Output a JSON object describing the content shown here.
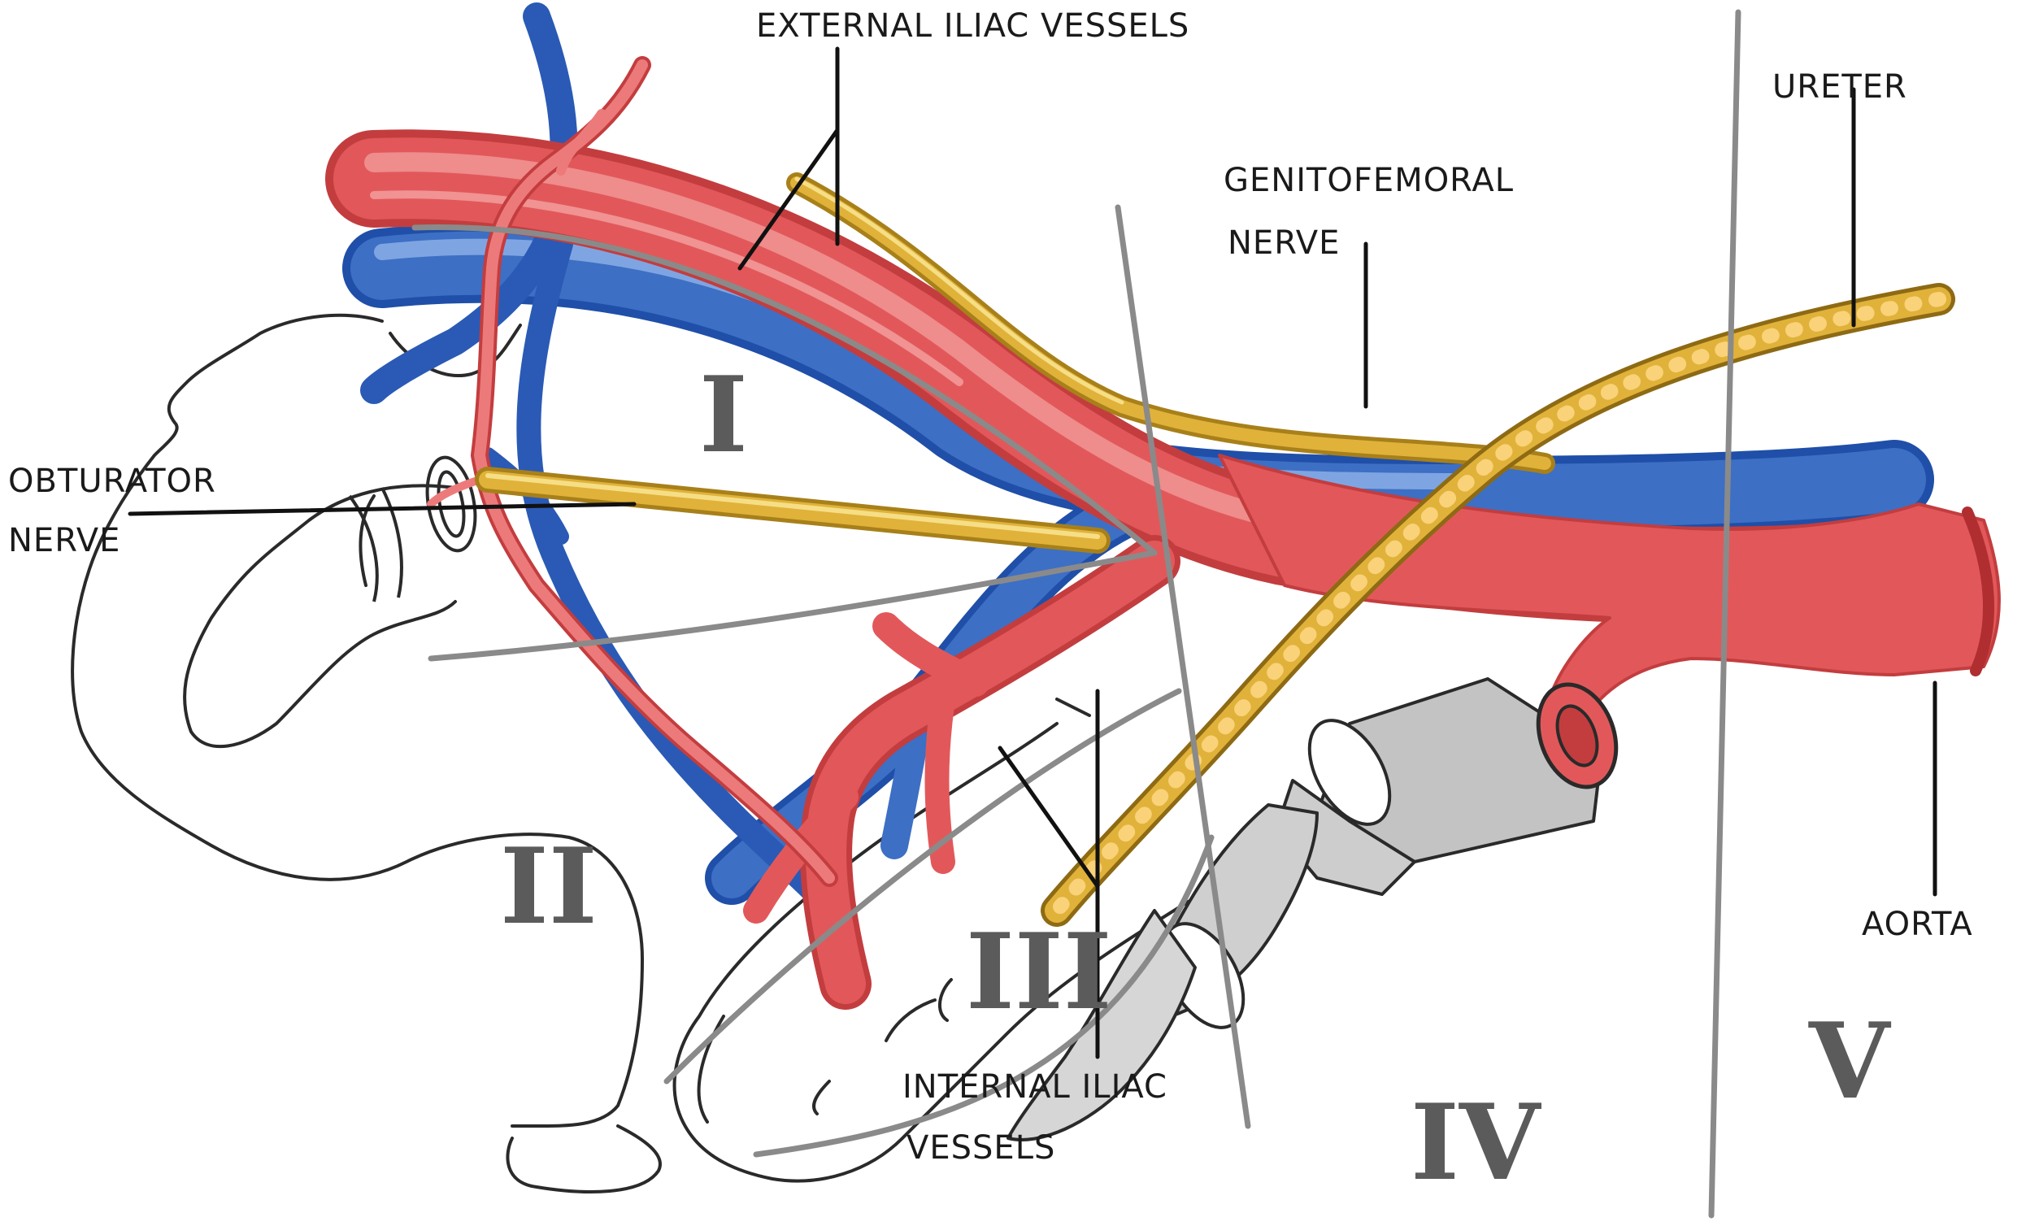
{
  "labels": {
    "external_iliac": "EXTERNAL ILIAC VESSELS",
    "ureter": "URETER",
    "genitofemoral_1": "GENITOFEMORAL",
    "genitofemoral_2": "NERVE",
    "obturator_1": "OBTURATOR",
    "obturator_2": "NERVE",
    "internal_iliac_1": "INTERNAL ILIAC",
    "internal_iliac_2": "VESSELS",
    "aorta": "AORTA"
  },
  "regions": [
    "I",
    "II",
    "III",
    "IV",
    "V"
  ],
  "colors": {
    "artery": "#e2585a",
    "artery_light": "#f29a98",
    "vein": "#3d6fc4",
    "vein_light": "#8fb3ea",
    "nerve": "#e0b23a",
    "nerve_light": "#f6de86",
    "bone": "#c8c8c8",
    "divider": "#8a8a8a",
    "outline": "#2a2a2a",
    "region_text": "#5b5b5b"
  }
}
